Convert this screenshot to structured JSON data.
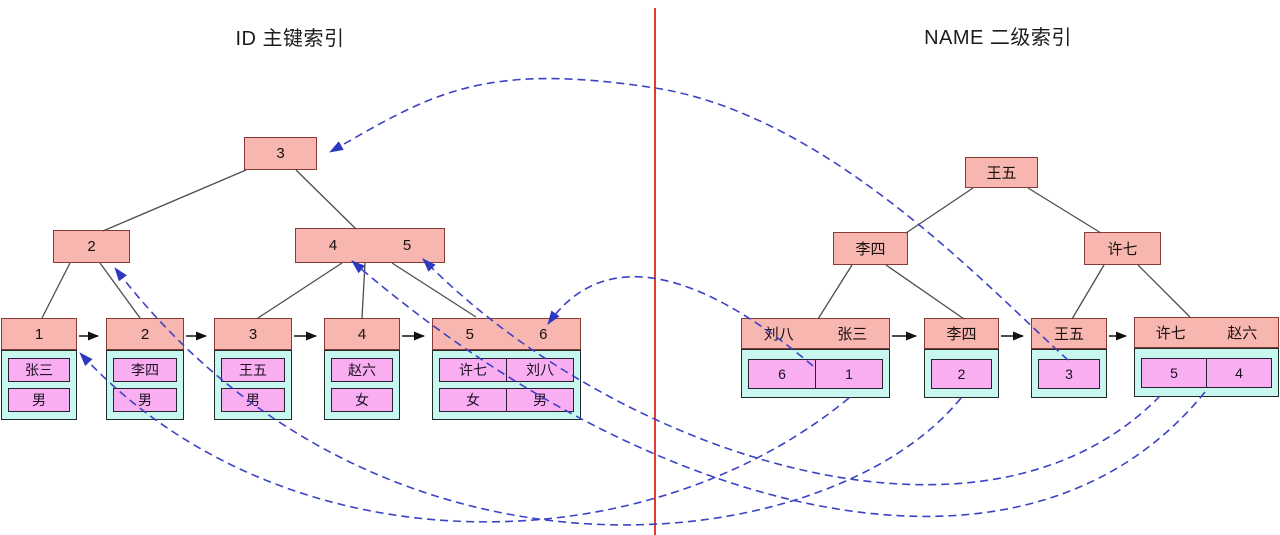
{
  "titles": {
    "left": "ID 主键索引",
    "right": "NAME 二级索引"
  },
  "colors": {
    "node_fill": "#f8b6b1",
    "node_border": "#8a3a36",
    "leaf_body_fill": "#c7f7ef",
    "cell_fill": "#f9aef2",
    "pointer_dash": "#3b43c4",
    "divider_line": "#e23c30",
    "tree_edge": "#4d4d4d"
  },
  "id_index": {
    "root": {
      "keys": [
        "3"
      ]
    },
    "internal": [
      {
        "keys": [
          "2"
        ]
      },
      {
        "keys": [
          "4",
          "5"
        ]
      }
    ],
    "leaves": [
      {
        "keys": [
          "1"
        ],
        "rows": [
          [
            "张三"
          ],
          [
            "男"
          ]
        ]
      },
      {
        "keys": [
          "2"
        ],
        "rows": [
          [
            "李四"
          ],
          [
            "男"
          ]
        ]
      },
      {
        "keys": [
          "3"
        ],
        "rows": [
          [
            "王五"
          ],
          [
            "男"
          ]
        ]
      },
      {
        "keys": [
          "4"
        ],
        "rows": [
          [
            "赵六"
          ],
          [
            "女"
          ]
        ]
      },
      {
        "keys": [
          "5",
          "6"
        ],
        "rows": [
          [
            "许七",
            "刘八"
          ],
          [
            "女",
            "男"
          ]
        ]
      }
    ]
  },
  "name_index": {
    "root": {
      "keys": [
        "王五"
      ]
    },
    "internal": [
      {
        "keys": [
          "李四"
        ]
      },
      {
        "keys": [
          "许七"
        ]
      }
    ],
    "leaves": [
      {
        "keys": [
          "刘八",
          "张三"
        ],
        "rows": [
          [
            "6",
            "1"
          ]
        ]
      },
      {
        "keys": [
          "李四"
        ],
        "rows": [
          [
            "2"
          ]
        ]
      },
      {
        "keys": [
          "王五"
        ],
        "rows": [
          [
            "3"
          ]
        ]
      },
      {
        "keys": [
          "许七",
          "赵六"
        ],
        "rows": [
          [
            "5",
            "4"
          ]
        ]
      }
    ]
  }
}
